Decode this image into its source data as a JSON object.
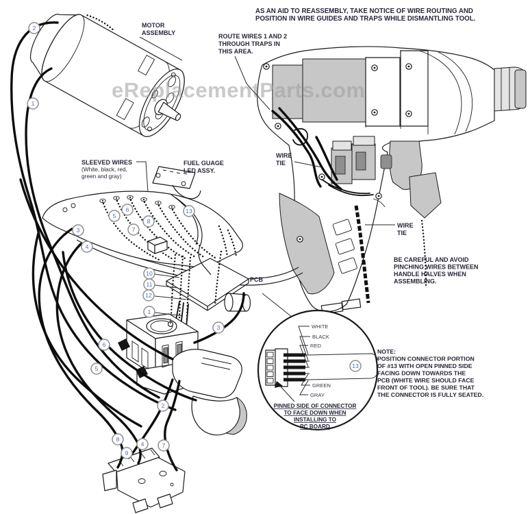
{
  "watermark": "eReplacementParts.com",
  "header": {
    "line1": "AS AN AID TO REASSEMBLY, TAKE NOTICE OF WIRE ROUTING AND",
    "line2": "POSITION IN WIRE GUIDES AND TRAPS WHILE DISMANTLING TOOL."
  },
  "labels": {
    "motor": {
      "l1": "MOTOR",
      "l2": "ASSEMBLY"
    },
    "route": {
      "l1": "ROUTE WIRES 1 AND 2",
      "l2": "THROUGH TRAPS IN",
      "l3": "THIS AREA."
    },
    "sleeved": {
      "l1": "SLEEVED WIRES",
      "l2": "(White, black, red,",
      "l3": "green and gray)"
    },
    "fuel": {
      "l1": "FUEL GUAGE",
      "l2": "LED ASSY."
    },
    "wire_tie": {
      "l1": "WIRE",
      "l2": "TIE"
    },
    "pcb": "PCB",
    "careful": {
      "l1": "BE CAREFUL AND AVOID",
      "l2": "PINCHING WIRES BETWEEN",
      "l3": "HANDLE HALVES WHEN",
      "l4": "ASSEMBLING."
    }
  },
  "note": {
    "title": "NOTE:",
    "l1": "POSITION CONNECTOR PORTION",
    "l2": "OF #13 WITH OPEN PINNED SIDE",
    "l3": "FACING DOWN TOWARDS THE",
    "l4": "PCB (WHITE WIRE SHOULD FACE",
    "l5": "FRONT OF TOOL). BE SURE THAT",
    "l6": "THE CONNECTOR IS FULLY SEATED."
  },
  "detail": {
    "wires": {
      "white": "WHITE",
      "black": "BLACK",
      "red": "RED",
      "green": "GREEN",
      "gray": "GRAY"
    },
    "pinned": {
      "l1": "PINNED SIDE OF CONNECTOR",
      "l2": "TO FACE DOWN WHEN",
      "l3": "INSTALLING TO",
      "l4": "PC BOARD"
    }
  },
  "callouts": [
    "2",
    "1",
    "3",
    "4",
    "5",
    "6",
    "7",
    "8",
    "13",
    "10",
    "11",
    "12",
    "1",
    "6",
    "5",
    "3",
    "2",
    "8",
    "9",
    "4",
    "7",
    "13"
  ],
  "colors": {
    "text": "#26263a",
    "callout_number": "#4d73a7",
    "callout_ring": "#8d8d8d",
    "line": "#1a1a1a",
    "shade": "#c7c7c7",
    "watermark": "#9e9e9e"
  }
}
